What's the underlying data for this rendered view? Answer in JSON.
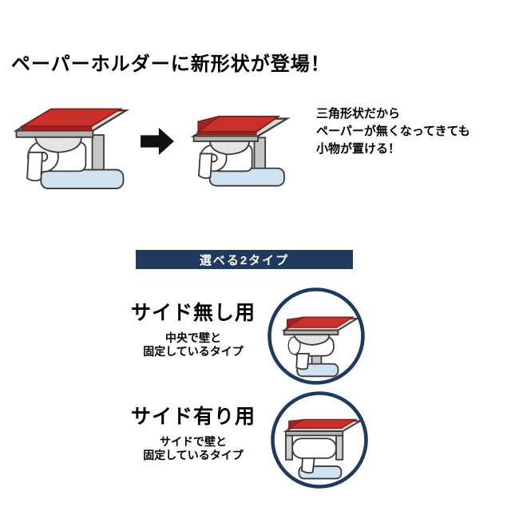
{
  "headline": "ペーパーホルダーに新形状が登場！",
  "feature": {
    "line1": "三角形状だから",
    "line2": "ペーパーが無くなってきても",
    "line3": "小物が置ける！"
  },
  "banner": {
    "label": "選べる2タイプ"
  },
  "types": [
    {
      "title": "サイド無し用",
      "desc1": "中央で壁と",
      "desc2": "固定しているタイプ"
    },
    {
      "title": "サイド有り用",
      "desc1": "サイドで壁と",
      "desc2": "固定しているタイプ"
    }
  ],
  "colors": {
    "accent_red": "#c9302c",
    "accent_red_dark": "#9c2421",
    "navy": "#1f3a5f",
    "holder_gray": "#d6d6d6",
    "tank_light_blue": "#cfe2f0",
    "outline_black": "#3a3a3a"
  },
  "icons": {
    "transform_arrow": "right-arrow",
    "holder_before": "toilet-paper-holder-flat-top",
    "holder_after": "toilet-paper-holder-triangle-top",
    "type1_circle": "center-mount-holder",
    "type2_circle": "side-mount-holder"
  }
}
